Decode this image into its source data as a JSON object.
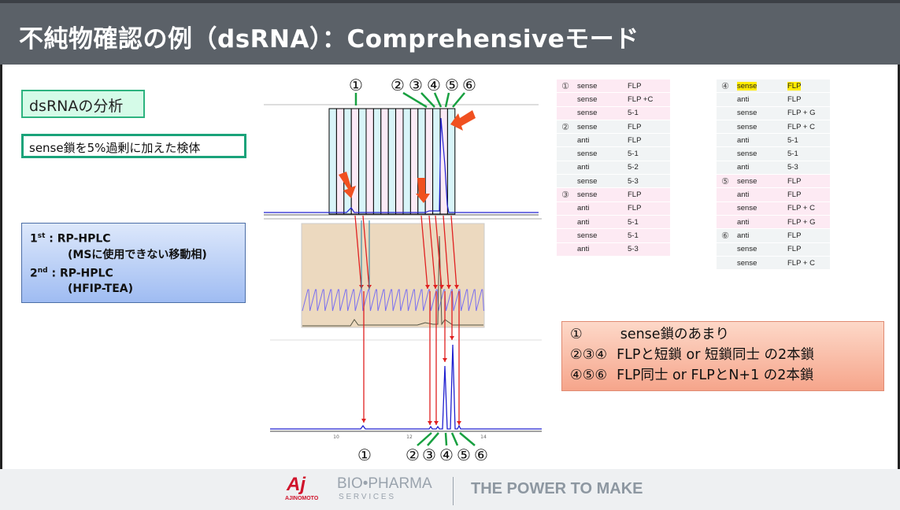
{
  "title": "不純物確認の例（dsRNA）：Comprehensiveモード",
  "left": {
    "analysis_label": "dsRNAの分析",
    "sample_label": "sense鎖を5%過剰に加えた検体",
    "dim1": {
      "ord": "1",
      "sup": "st",
      "method": " : RP-HPLC",
      "detail": "(MSに使用できない移動相)"
    },
    "dim2": {
      "ord": "2",
      "sup": "nd",
      "method": " : RP-HPLC",
      "detail": "(HFIP-TEA)"
    }
  },
  "peaks": [
    "①",
    "②",
    "③",
    "④",
    "⑤",
    "⑥"
  ],
  "table_left": [
    {
      "n": "①",
      "t": "sense",
      "v": "FLP",
      "c": "p"
    },
    {
      "n": "",
      "t": "sense",
      "v": "FLP +C",
      "c": "p"
    },
    {
      "n": "",
      "t": "sense",
      "v": "5-1",
      "c": "p"
    },
    {
      "n": "②",
      "t": "sense",
      "v": "FLP",
      "c": "g"
    },
    {
      "n": "",
      "t": "anti",
      "v": "FLP",
      "c": "g"
    },
    {
      "n": "",
      "t": "sense",
      "v": "5-1",
      "c": "g"
    },
    {
      "n": "",
      "t": "anti",
      "v": "5-2",
      "c": "g"
    },
    {
      "n": "",
      "t": "sense",
      "v": "5-3",
      "c": "g"
    },
    {
      "n": "③",
      "t": "sense",
      "v": "FLP",
      "c": "p"
    },
    {
      "n": "",
      "t": "anti",
      "v": "FLP",
      "c": "p"
    },
    {
      "n": "",
      "t": "anti",
      "v": "5-1",
      "c": "p"
    },
    {
      "n": "",
      "t": "sense",
      "v": "5-1",
      "c": "p"
    },
    {
      "n": "",
      "t": "anti",
      "v": "5-3",
      "c": "p"
    }
  ],
  "table_right": [
    {
      "n": "④",
      "t": "sense",
      "v": "FLP",
      "c": "g",
      "hl": true
    },
    {
      "n": "",
      "t": "anti",
      "v": "FLP",
      "c": "g"
    },
    {
      "n": "",
      "t": "sense",
      "v": "FLP + G",
      "c": "g"
    },
    {
      "n": "",
      "t": "sense",
      "v": "FLP + C",
      "c": "g"
    },
    {
      "n": "",
      "t": "anti",
      "v": "5-1",
      "c": "g"
    },
    {
      "n": "",
      "t": "sense",
      "v": "5-1",
      "c": "g"
    },
    {
      "n": "",
      "t": "anti",
      "v": "5-3",
      "c": "g"
    },
    {
      "n": "⑤",
      "t": "sense",
      "v": "FLP",
      "c": "p"
    },
    {
      "n": "",
      "t": "anti",
      "v": "FLP",
      "c": "p"
    },
    {
      "n": "",
      "t": "sense",
      "v": "FLP + C",
      "c": "p"
    },
    {
      "n": "",
      "t": "anti",
      "v": "FLP + G",
      "c": "p"
    },
    {
      "n": "⑥",
      "t": "anti",
      "v": "FLP",
      "c": "g"
    },
    {
      "n": "",
      "t": "sense",
      "v": "FLP",
      "c": "g"
    },
    {
      "n": "",
      "t": "sense",
      "v": "FLP + C",
      "c": "g"
    }
  ],
  "note": {
    "l1a": "①",
    "l1b": "sense鎖のあまり",
    "l2a": "②③④",
    "l2b": "FLPと短鎖 or 短鎖同士 の2本鎖",
    "l3a": "④⑤⑥",
    "l3b": "FLP同士 or FLPとN+1 の2本鎖"
  },
  "footer": {
    "brand": "AJINOMOTO",
    "bio": "BIO•PHARMA",
    "services": "S E R V I C E S",
    "tagline": "THE POWER TO MAKE"
  },
  "chart2": {
    "xticks": [
      "10",
      "12",
      "14"
    ]
  },
  "colors": {
    "title_bg": "#5b6168",
    "trace": "#2020d0",
    "arrow": "#e02020",
    "leader": "#18a040",
    "callout": "#f05020"
  }
}
